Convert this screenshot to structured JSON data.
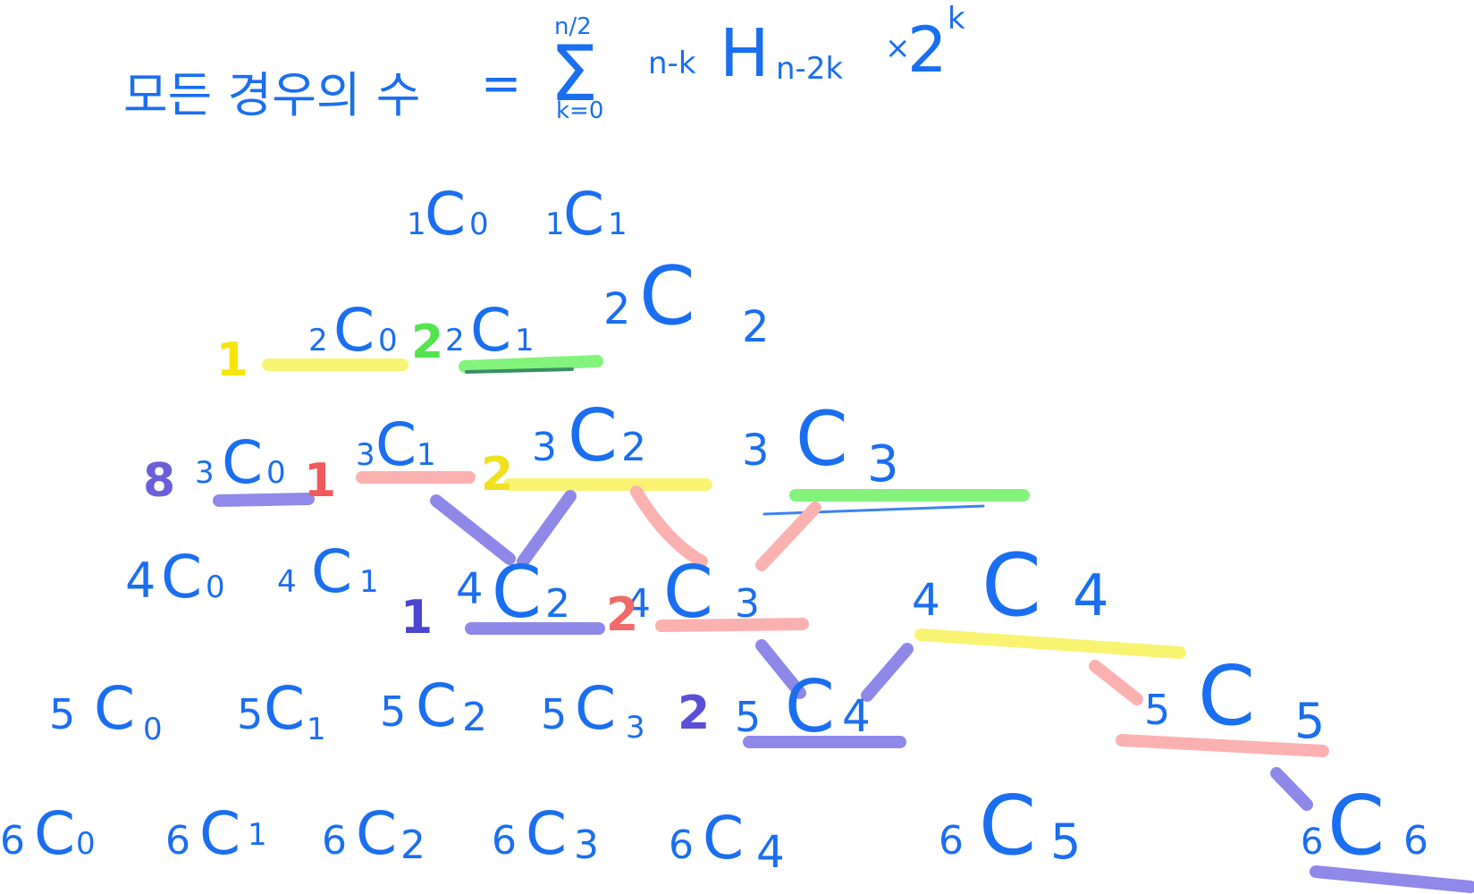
{
  "formula": {
    "lhs": "모든 경우의 수",
    "equals": "=",
    "sigma": "Σ",
    "upper": "n/2",
    "lower": "k=0",
    "pre": "n-k",
    "H": "H",
    "post": "n-2k",
    "times": "×",
    "two": "2",
    "exp": "k"
  },
  "rows": [
    [
      {
        "n": "1",
        "k": "0"
      },
      {
        "n": "1",
        "k": "1"
      }
    ],
    [
      {
        "n": "2",
        "k": "0"
      },
      {
        "n": "2",
        "k": "1"
      },
      {
        "n": "2",
        "k": "2"
      }
    ],
    [
      {
        "n": "3",
        "k": "0"
      },
      {
        "n": "3",
        "k": "1"
      },
      {
        "n": "3",
        "k": "2"
      },
      {
        "n": "3",
        "k": "3"
      }
    ],
    [
      {
        "n": "4",
        "k": "0"
      },
      {
        "n": "4",
        "k": "1"
      },
      {
        "n": "4",
        "k": "2"
      },
      {
        "n": "4",
        "k": "3"
      },
      {
        "n": "4",
        "k": "4"
      }
    ],
    [
      {
        "n": "5",
        "k": "0"
      },
      {
        "n": "5",
        "k": "1"
      },
      {
        "n": "5",
        "k": "2"
      },
      {
        "n": "5",
        "k": "3"
      },
      {
        "n": "5",
        "k": "4"
      },
      {
        "n": "5",
        "k": "5"
      }
    ],
    [
      {
        "n": "6",
        "k": "0"
      },
      {
        "n": "6",
        "k": "1"
      },
      {
        "n": "6",
        "k": "2"
      },
      {
        "n": "6",
        "k": "3"
      },
      {
        "n": "6",
        "k": "4"
      },
      {
        "n": "6",
        "k": "5"
      },
      {
        "n": "6",
        "k": "6"
      }
    ]
  ],
  "C": "C",
  "markers": [
    {
      "text": "1",
      "color": "#f5e60a"
    },
    {
      "text": "2",
      "color": "#52e34e"
    },
    {
      "text": "8",
      "color": "#6a5fd8"
    },
    {
      "text": "1",
      "color": "#f05a5a"
    },
    {
      "text": "2",
      "color": "#f0e020"
    },
    {
      "text": "1",
      "color": "#4a46d0"
    },
    {
      "text": "2",
      "color": "#f06a6a"
    },
    {
      "text": "2",
      "color": "#5a50d8"
    }
  ],
  "colors": {
    "ink": "#1a6ef0",
    "yellow": "#f8f25a",
    "green": "#6ef266",
    "purple": "#7b74e6",
    "pink": "#fca4a4",
    "darkgreen": "#1a7a4a"
  }
}
